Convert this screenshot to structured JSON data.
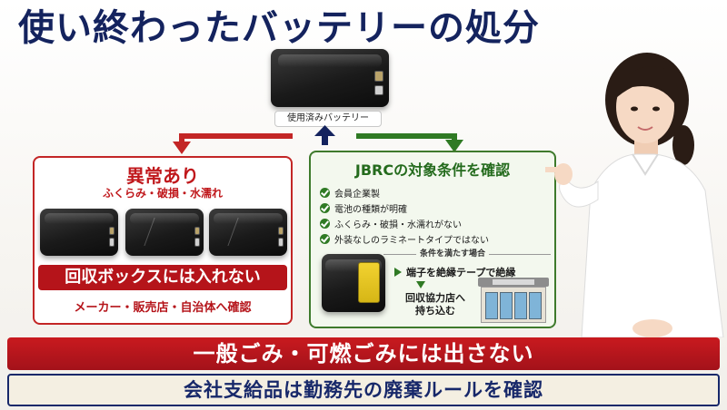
{
  "title": "使い終わったバッテリーの処分",
  "top": {
    "battery_label": "使用済みバッテリー"
  },
  "abnormal": {
    "title": "異常あり",
    "subtitle": "ふくらみ・破損・水濡れ",
    "banner": "回収ボックスには入れない",
    "confirm": "メーカー・販売店・自治体へ確認"
  },
  "jbrc": {
    "title": "JBRCの対象条件を確認",
    "checks": [
      "会員企業製",
      "電池の種類が明確",
      "ふくらみ・破損・水濡れがない",
      "外装なしのラミネートタイプではない"
    ],
    "condition_label": "条件を満たす場合",
    "step_insulate": "端子を絶縁テープで絶縁",
    "step_bring_line1": "回収協力店へ",
    "step_bring_line2": "持ち込む"
  },
  "bottom": {
    "banner_red": "一般ごみ・可燃ごみには出さない",
    "banner_navy": "会社支給品は勤務先の廃棄ルールを確認"
  },
  "colors": {
    "title_navy": "#14235e",
    "red": "#c32626",
    "green": "#3e7a2c",
    "tape_yellow": "#f2d230"
  },
  "icons": [
    "battery-icon",
    "check-icon",
    "arrow-right-icon",
    "arrow-down-icon",
    "store-icon",
    "person-illustration"
  ]
}
